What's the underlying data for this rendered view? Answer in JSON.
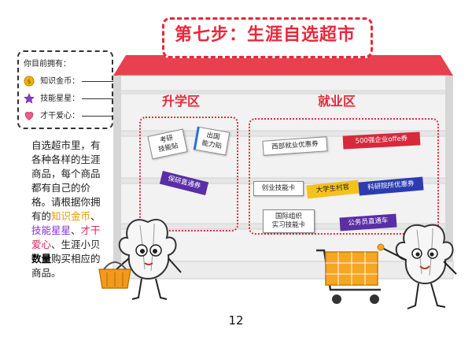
{
  "title": "第七步：生涯自选超市",
  "wallet": {
    "heading": "你目前拥有：",
    "items": [
      {
        "label": "知识金币："
      },
      {
        "label": "技能星星："
      },
      {
        "label": "才干爱心："
      }
    ]
  },
  "description": {
    "part1": "自选超市里，有各种各样的生涯商品，每个商品都有自己的价格。请根据你拥有的",
    "gold": "知识金币",
    "sep1": "、",
    "skill": "技能星星",
    "sep2": "、",
    "talent": "才干爱心",
    "sep3": "、生涯小贝",
    "bold": "数量",
    "part2": "购买相应的商品。"
  },
  "zones": {
    "study": {
      "title": "升学区",
      "items": [
        "考研\n技能贴",
        "出国\n能力贴",
        "保研直通券"
      ]
    },
    "employment": {
      "title": "就业区",
      "items": [
        "西部就业优惠券",
        "500强企业offe券",
        "创业技能卡",
        "大学生村官",
        "科研院所优惠券",
        "国际组织\n实习技能卡",
        "公务员直通车"
      ]
    }
  },
  "page_number": "12"
}
